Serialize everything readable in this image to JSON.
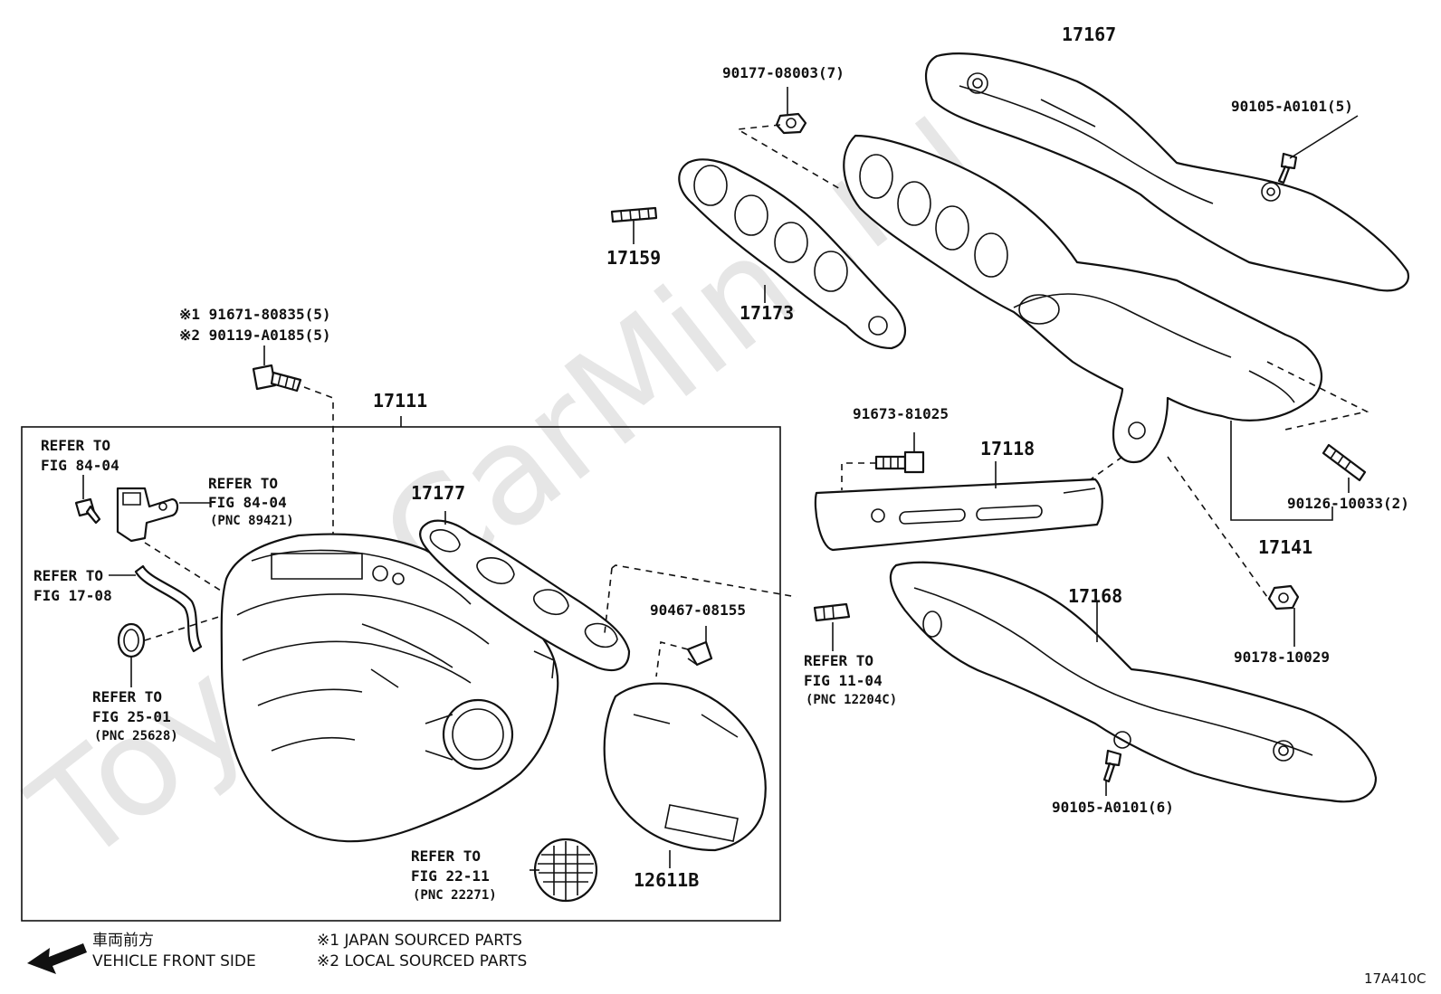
{
  "watermark": "ToyotaCarMini.ru",
  "diagram_code": "17A410C",
  "legend": {
    "direction_jp": "車両前方",
    "direction_en": "VEHICLE FRONT SIDE",
    "note1": "※1 JAPAN SOURCED PARTS",
    "note2": "※2 LOCAL SOURCED PARTS"
  },
  "parts": {
    "p17167": "17167",
    "p90177": "90177-08003(7)",
    "p90105a": "90105-A0101(5)",
    "p17159": "17159",
    "p17173": "17173",
    "p91671": "※1 91671-80835(5)",
    "p90119": "※2 90119-A0185(5)",
    "p17111": "17111",
    "p91673": "91673-81025",
    "p17118": "17118",
    "p90126": "90126-10033(2)",
    "p17141": "17141",
    "p17177": "17177",
    "p90467": "90467-08155",
    "p17168": "17168",
    "p90178": "90178-10029",
    "p90105b": "90105-A0101(6)",
    "p12611b": "12611B"
  },
  "refs": {
    "r1_line1": "REFER TO",
    "r1_line2": "FIG 84-04",
    "r2_line1": "REFER TO",
    "r2_line2": "FIG 84-04",
    "r2_pnc": "(PNC 89421)",
    "r3_line1": "REFER TO",
    "r3_line2": "FIG 17-08",
    "r4_line1": "REFER TO",
    "r4_line2": "FIG 25-01",
    "r4_pnc": "(PNC 25628)",
    "r5_line1": "REFER TO",
    "r5_line2": "FIG 11-04",
    "r5_pnc": "(PNC 12204C)",
    "r6_line1": "REFER TO",
    "r6_line2": "FIG 22-11",
    "r6_pnc": "(PNC 22271)"
  }
}
